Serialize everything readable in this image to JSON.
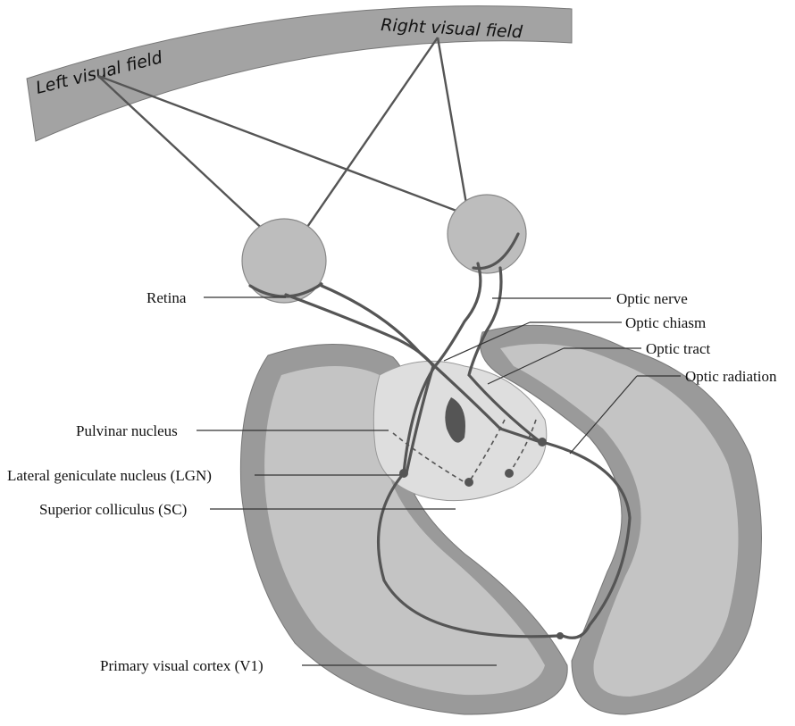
{
  "visual_fields": {
    "left": "Left visual field",
    "right": "Right visual field"
  },
  "labels": {
    "retina": "Retina",
    "optic_nerve": "Optic nerve",
    "optic_chiasm": "Optic chiasm",
    "optic_tract": "Optic tract",
    "optic_radiation": "Optic radiation",
    "pulvinar": "Pulvinar nucleus",
    "lgn": "Lateral geniculate nucleus (LGN)",
    "sc": "Superior colliculus (SC)",
    "v1": "Primary visual cortex (V1)"
  },
  "colors": {
    "field_band": "#a3a3a3",
    "brain_outer": "#9a9a9a",
    "brain_inner": "#c4c4c4",
    "eye": "#bdbdbd",
    "pathway": "#555555"
  }
}
